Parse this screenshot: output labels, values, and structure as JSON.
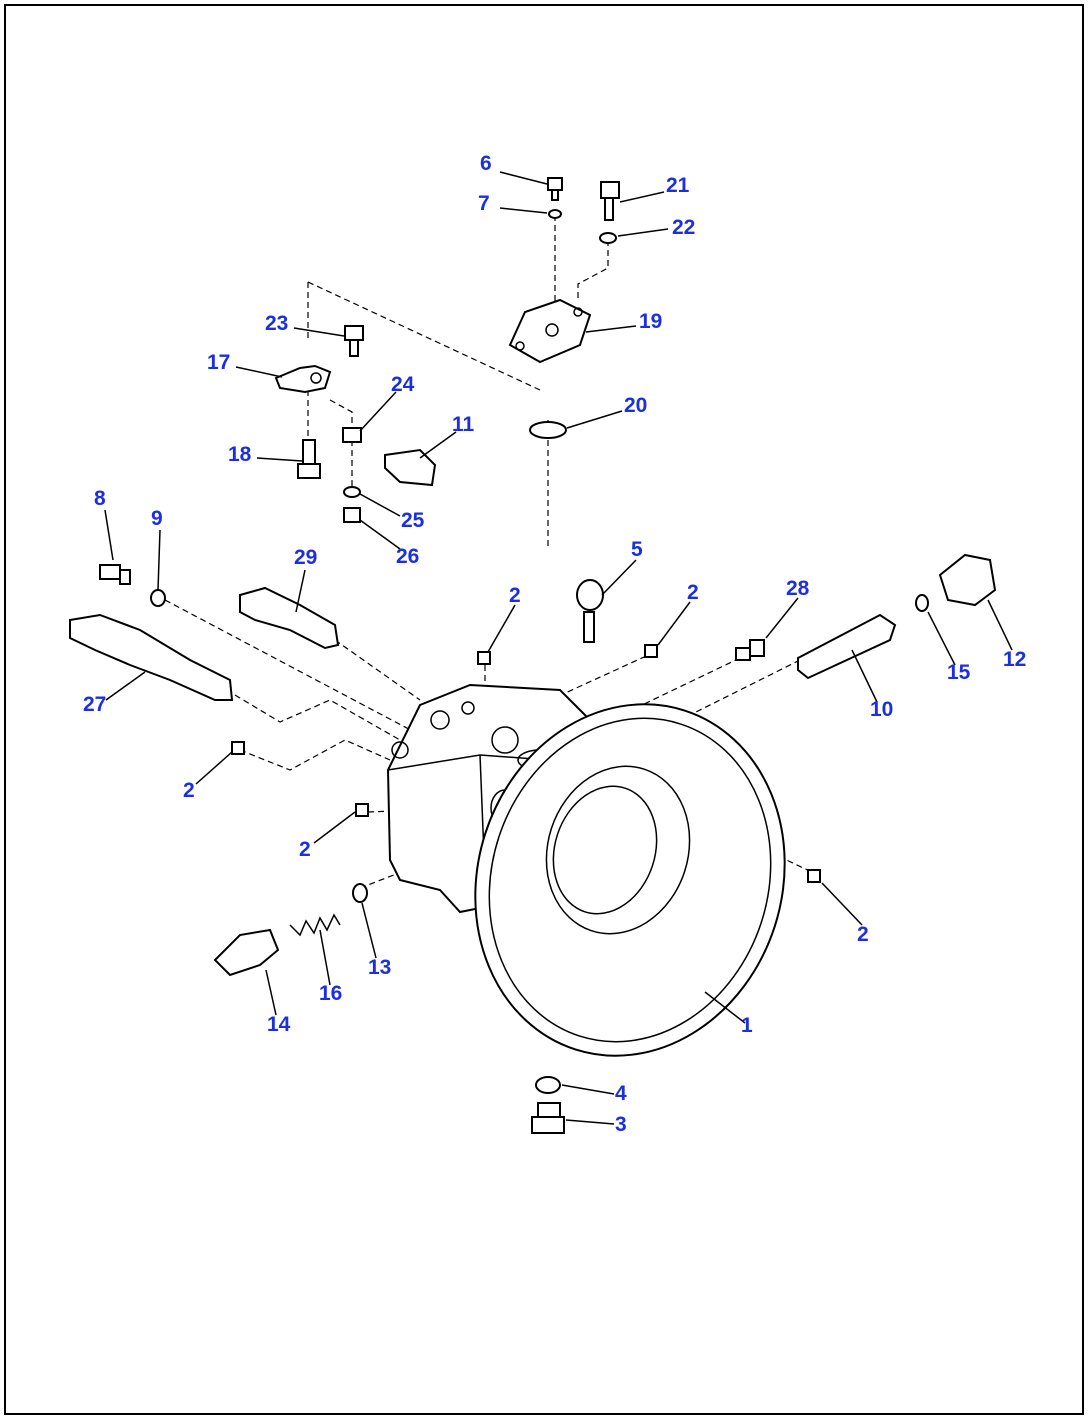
{
  "diagram": {
    "colors": {
      "callout": "#1b2fe0",
      "line": "#000000"
    },
    "callouts": {
      "c1": "1",
      "c2a": "2",
      "c2b": "2",
      "c2c": "2",
      "c2d": "2",
      "c2e": "2",
      "c3": "3",
      "c4": "4",
      "c5": "5",
      "c6": "6",
      "c7": "7",
      "c8": "8",
      "c9": "9",
      "c10": "10",
      "c11": "11",
      "c12": "12",
      "c13": "13",
      "c14": "14",
      "c15": "15",
      "c16": "16",
      "c17": "17",
      "c18": "18",
      "c19": "19",
      "c20": "20",
      "c21": "21",
      "c22": "22",
      "c23": "23",
      "c24": "24",
      "c25": "25",
      "c26": "26",
      "c27": "27",
      "c28": "28",
      "c29": "29"
    }
  }
}
